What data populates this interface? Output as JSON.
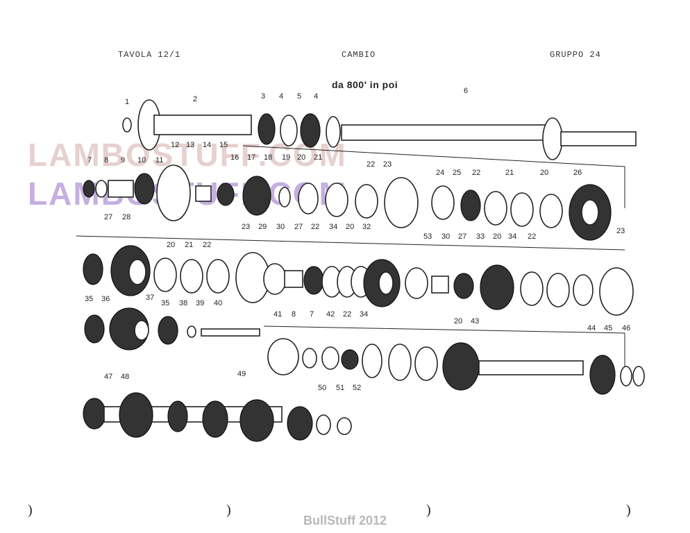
{
  "header": {
    "left": "TAVOLA 12/1",
    "center": "CAMBIO",
    "right": "GRUPPO 24"
  },
  "subtitle": "da 800' in poi",
  "watermark": {
    "line1": "LAMBOSTUFF.COM",
    "line2": "LAMBOSTUFF.COM"
  },
  "footer": "BullStuff 2012",
  "part_numbers": [
    "1",
    "2",
    "3",
    "4",
    "5",
    "4",
    "6",
    "7",
    "8",
    "9",
    "10",
    "11",
    "12",
    "13",
    "14",
    "15",
    "16",
    "17",
    "18",
    "19",
    "20",
    "21",
    "22",
    "23",
    "24",
    "25",
    "22",
    "21",
    "20",
    "26",
    "27",
    "28",
    "20",
    "21",
    "22",
    "23",
    "29",
    "30",
    "27",
    "22",
    "34",
    "20",
    "32",
    "53",
    "30",
    "27",
    "33",
    "20",
    "34",
    "22",
    "23",
    "35",
    "36",
    "37",
    "35",
    "38",
    "39",
    "40",
    "41",
    "8",
    "7",
    "42",
    "22",
    "34",
    "20",
    "43",
    "44",
    "45",
    "46",
    "47",
    "48",
    "49",
    "50",
    "51",
    "52"
  ]
}
